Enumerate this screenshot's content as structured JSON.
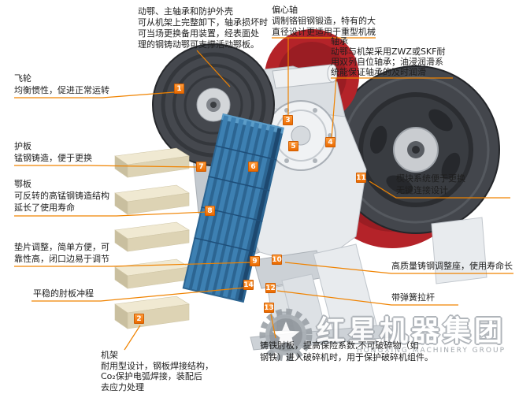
{
  "colors": {
    "accent_orange": "#f08300",
    "marker_orange": "#ea6a00",
    "flywheel_red": "#b42329",
    "flywheel_dark": "#43464c",
    "jaw_blue": "#2c6592",
    "liner_beige": "#f0e9d2",
    "body_gray": "#e7eaed"
  },
  "callouts": {
    "movable_jaw": {
      "lines": [
        "动鄂、主轴承和防护外壳",
        "可从机架上完整卸下，轴承损坏时",
        "可当场更换备用装置，经表面处",
        "理的钢铸动鄂可支撑活动鄂板。"
      ]
    },
    "eccentric_shaft": {
      "lines": [
        "偏心轴",
        "调制铬钼钢锻造，特有的大",
        "直径设计更适用于重型机械"
      ]
    },
    "bearing": {
      "lines": [
        "轴承",
        "动鄂与机架采用ZWZ或SKF耐",
        "用双列自位轴承；油浸润滑系",
        "统能保证轴承的及时润滑"
      ]
    },
    "flywheel": {
      "lines": [
        "飞轮",
        "均衡惯性，促进正常运转"
      ]
    },
    "guard_plate": {
      "lines": [
        "护板",
        "锰钢铸造，便于更换"
      ]
    },
    "jaw_plate": {
      "lines": [
        "鄂板",
        "可反转的高锰钢铸造结构",
        "延长了使用寿命"
      ]
    },
    "shim_adjust": {
      "lines": [
        "垫片调整，简单方便，可",
        "靠性高，闭口边易于调节"
      ]
    },
    "toggle_stroke": {
      "lines": [
        "平稳的肘板冲程"
      ]
    },
    "frame": {
      "lines": [
        "机架",
        "耐用型设计，钢板焊接结构，",
        "Co₂保护电弧焊接，装配后",
        "去应力处理"
      ]
    },
    "wedge_system": {
      "lines": [
        "楔块系统便于更换",
        "无键连接设计"
      ]
    },
    "adjust_seat": {
      "lines": [
        "高质量铸钢调整座，使用寿命长"
      ]
    },
    "spring_rod": {
      "lines": [
        "带弹簧拉杆"
      ]
    },
    "cast_iron_toggle": {
      "lines": [
        "铸铁肘板，提高保险系数,不可破碎物（如",
        "钢铁）进入破碎机时，用于保护破碎机组件。"
      ]
    }
  },
  "markers": [
    "1",
    "2",
    "3",
    "4",
    "5",
    "6",
    "7",
    "8",
    "9",
    "10",
    "11",
    "12",
    "13",
    "14"
  ],
  "watermark": {
    "title": "红星机器集团",
    "subtitle": "HONGXING MACHINERY GROUP"
  }
}
